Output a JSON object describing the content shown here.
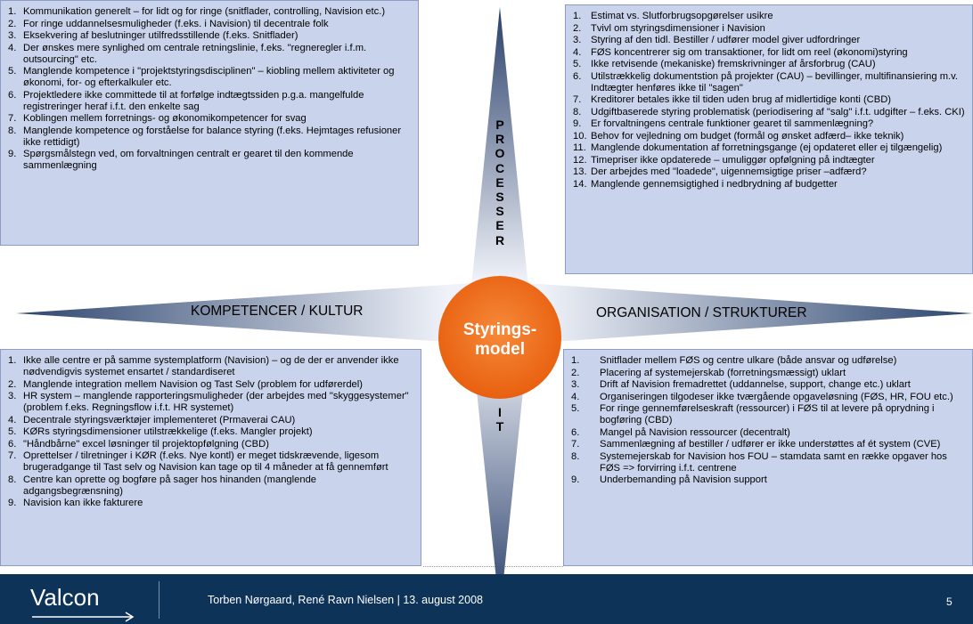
{
  "top_left_items": [
    {
      "n": "1.",
      "t": "Kommunikation generelt – for lidt og for ringe (snitflader, controlling, Navision etc.)"
    },
    {
      "n": "2.",
      "t": "For ringe uddannelsesmuligheder (f.eks. i Navision) til decentrale folk"
    },
    {
      "n": "3.",
      "t": "Eksekvering af beslutninger utilfredsstillende (f.eks. Snitflader)"
    },
    {
      "n": "4.",
      "t": "Der ønskes mere synlighed om centrale retningslinie, f.eks. \"regneregler i.f.m. outsourcing\" etc."
    },
    {
      "n": "5.",
      "t": "Manglende kompetence i \"projektstyringsdisciplinen\" – kiobling mellem aktiviteter og økonomi, for- og efterkalkuler etc."
    },
    {
      "n": "6.",
      "t": "Projektledere ikke committede til at forfølge indtægtssiden p.g.a. mangelfulde registreringer heraf i.f.t. den enkelte sag"
    },
    {
      "n": "7.",
      "t": "Koblingen mellem forretnings- og økonomikompetencer for svag"
    },
    {
      "n": "8.",
      "t": "Manglende kompetence og forståelse for balance styring (f.eks. Hejmtages refusioner ikke rettidigt)"
    },
    {
      "n": "9.",
      "t": "Spørgsmålstegn ved, om forvaltningen centralt er gearet til den kommende sammenlægning"
    }
  ],
  "top_right_items": [
    {
      "n": "1.",
      "t": "Estimat vs. Slutforbrugsopgørelser usikre"
    },
    {
      "n": "2.",
      "t": "Tvivl om styringsdimensioner i Navision"
    },
    {
      "n": "3.",
      "t": "Styring af den tidl. Bestiller / udfører model giver udfordringer"
    },
    {
      "n": "4.",
      "t": "FØS koncentrerer sig om transaktioner, for lidt om reel (økonomi)styring"
    },
    {
      "n": "5.",
      "t": "Ikke retvisende (mekaniske) fremskrivninger af årsforbrug (CAU)"
    },
    {
      "n": "6.",
      "t": "Utilstrækkelig dokumentstion på projekter (CAU) – bevillinger, multifinansiering m.v. Indtægter henføres ikke til \"sagen\""
    },
    {
      "n": "7.",
      "t": "Kreditorer betales ikke til tiden uden brug af midlertidige konti (CBD)"
    },
    {
      "n": "8.",
      "t": "Udgiftbaserede styring problematisk (periodisering af \"salg\" i.f.t. udgifter – f.eks. CKI)"
    },
    {
      "n": "9.",
      "t": "Er forvaltningens centrale funktioner gearet til sammenlægning?"
    },
    {
      "n": "10.",
      "t": "Behov for vejledning om budget (formål og ønsket adfærd– ikke teknik)"
    },
    {
      "n": "11.",
      "t": "Manglende dokumentation af forretningsgange (ej opdateret eller ej tilgængelig)"
    },
    {
      "n": "12.",
      "t": "Timepriser ikke opdaterede – umuliggør opfølgning på indtægter"
    },
    {
      "n": "13.",
      "t": "Der arbejdes med \"loadede\", uigennemsigtige priser –adfærd?"
    },
    {
      "n": "14.",
      "t": "Manglende gennemsigtighed i nedbrydning af budgetter"
    }
  ],
  "bottom_left_items": [
    {
      "n": "1.",
      "t": "Ikke alle centre er på samme systemplatform (Navision) – og de der er anvender ikke nødvendigvis systemet ensartet / standardiseret"
    },
    {
      "n": "2.",
      "t": "Manglende integration mellem Navision og Tast Selv (problem for udførerdel)"
    },
    {
      "n": "3.",
      "t": "HR system – manglende rapporteringsmuligheder (der arbejdes med \"skyggesystemer\" (problem f.eks. Regningsflow i.f.t. HR systemet)"
    },
    {
      "n": "4.",
      "t": "Decentrale styringsværktøjer implementeret (Prmaverai CAU)"
    },
    {
      "n": "5.",
      "t": "KØRs styringsdimensioner utilstrækkelige (f.eks. Mangler projekt)"
    },
    {
      "n": "6.",
      "t": "\"Håndbårne\" excel løsninger til projektopfølgning (CBD)"
    },
    {
      "n": "7.",
      "t": "Oprettelser / tilretninger i KØR (f.eks. Nye kontl) er meget tidskrævende, ligesom brugeradgange til Tast selv og Navision kan tage op til 4 måneder at få gennemført"
    },
    {
      "n": "8.",
      "t": "Centre kan oprette og bogføre på sager hos hinanden (manglende adgangsbegrænsning)"
    },
    {
      "n": "9.",
      "t": "Navision kan ikke fakturere"
    }
  ],
  "bottom_right_items": [
    {
      "n": "1.",
      "t": "Snitflader mellem FØS og centre ulkare (både ansvar og udførelse)"
    },
    {
      "n": "2.",
      "t": "Placering af systemejerskab (forretningsmæssigt) uklart"
    },
    {
      "n": "3.",
      "t": "Drift af Navision fremadrettet (uddannelse, support, change etc.) uklart"
    },
    {
      "n": "4.",
      "t": "Organiseringen tilgodeser ikke tværgående opgaveløsning (FØS, HR, FOU etc.)"
    },
    {
      "n": "5.",
      "t": "For ringe gennemførelseskraft (ressourcer) i FØS til at levere på oprydning i bogføring (CBD)"
    },
    {
      "n": "6.",
      "t": "Mangel på Navision ressourcer (decentralt)"
    },
    {
      "n": "7.",
      "t": "Sammenlægning af bestiller / udfører er ikke understøttes af ét system (CVE)"
    },
    {
      "n": "8.",
      "t": "Systemejerskab for Navision hos FOU – stamdata samt en række opgaver hos FØS => forvirring i.f.t. centrene"
    },
    {
      "n": "9.",
      "t": "Underbemanding på Navision support"
    }
  ],
  "axis_top_letters": [
    "P",
    "R",
    "O",
    "C",
    "E",
    "S",
    "S",
    "E",
    "R"
  ],
  "axis_bottom_letters": [
    "I",
    "T"
  ],
  "axis_left_label": "KOMPETENCER / KULTUR",
  "axis_right_label": "ORGANISATION / STRUKTURER",
  "center_line1": "Styrings-",
  "center_line2": "model",
  "footer": {
    "logo": "Valcon",
    "text": "Torben Nørgaard, René Ravn Nielsen | 13. august 2008",
    "page": "5"
  },
  "colors": {
    "box_fill": "#c9d4ec",
    "star_fill": "#b4bfd6",
    "center_fill": "#f37021",
    "footer_bg": "#0e3358"
  }
}
